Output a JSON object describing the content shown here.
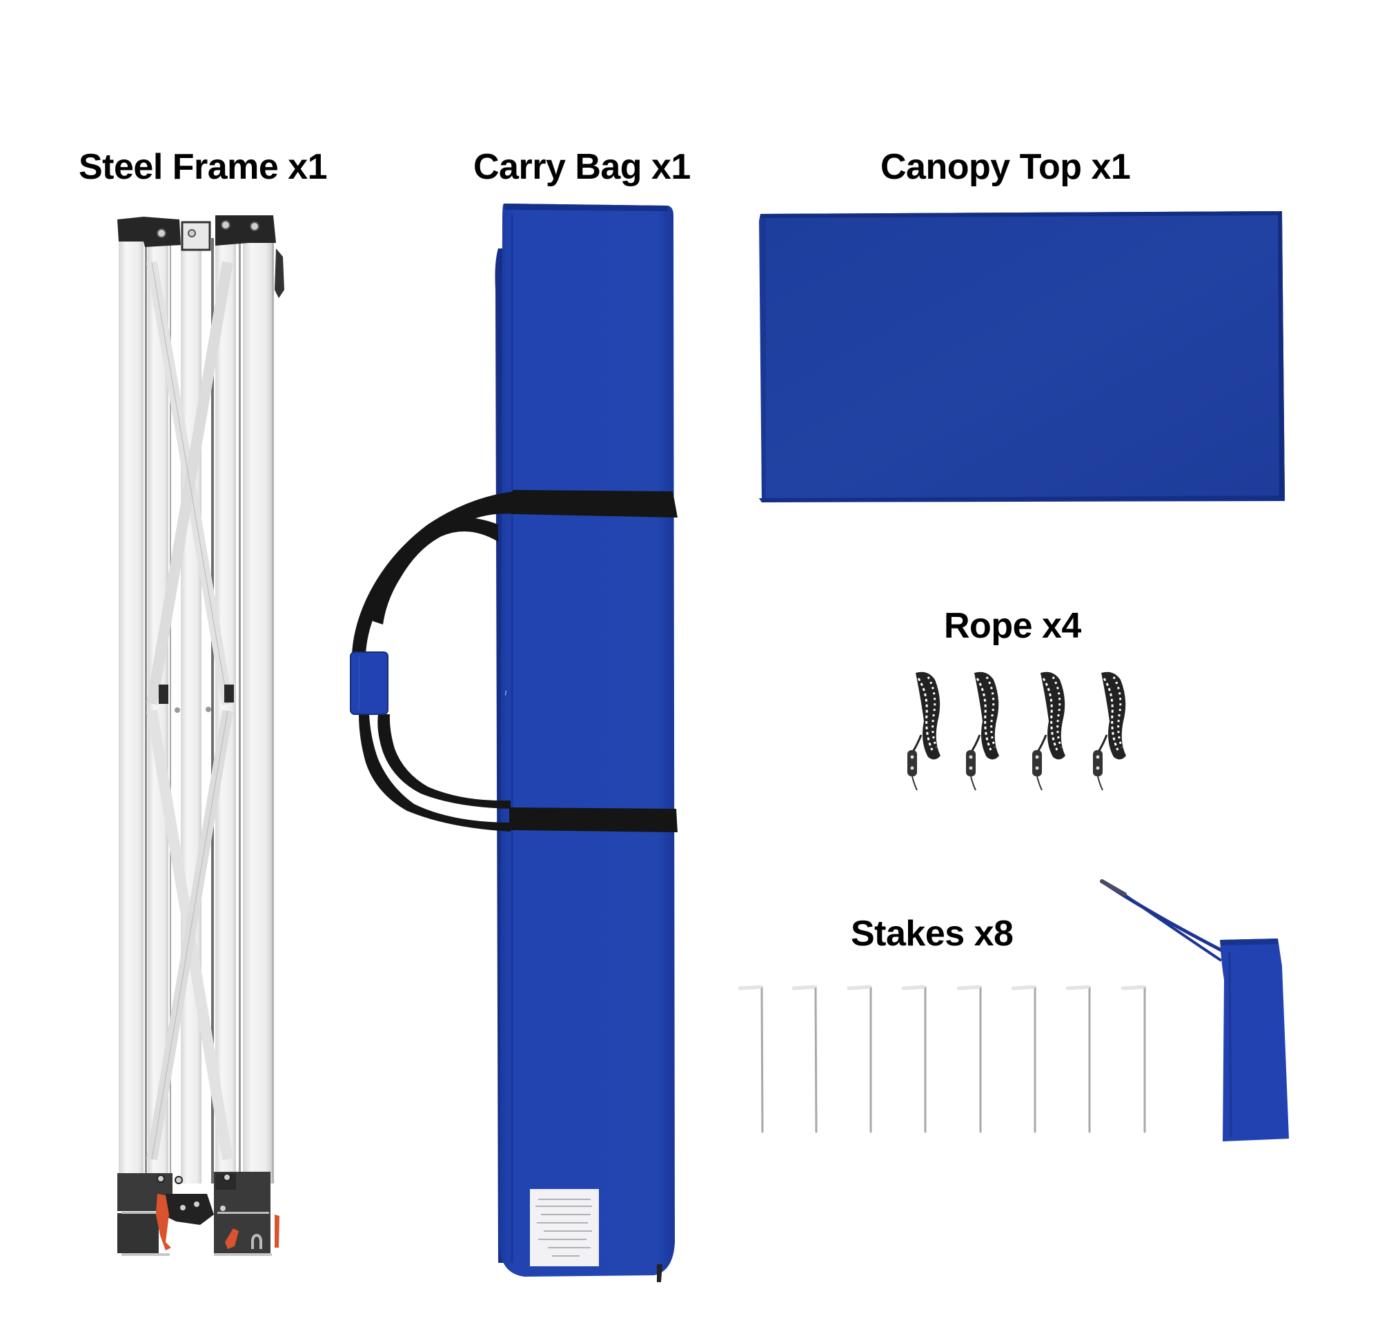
{
  "labels": {
    "steel_frame": "Steel Frame x1",
    "carry_bag": "Carry Bag x1",
    "canopy_top": "Canopy Top x1",
    "rope": "Rope x4",
    "stakes": "Stakes x8"
  },
  "items": [
    {
      "name": "Steel Frame",
      "quantity": 1
    },
    {
      "name": "Carry Bag",
      "quantity": 1
    },
    {
      "name": "Canopy Top",
      "quantity": 1
    },
    {
      "name": "Rope",
      "quantity": 4
    },
    {
      "name": "Stakes",
      "quantity": 8
    }
  ],
  "colors": {
    "background": "#ffffff",
    "fabric_blue": "#2142a8",
    "canopy_blue": "#1f3f9f",
    "strap_black": "#151515",
    "frame_silver": "#ececec",
    "bracket_dark": "#2a2a2a",
    "lever_orange": "#d9542e"
  }
}
